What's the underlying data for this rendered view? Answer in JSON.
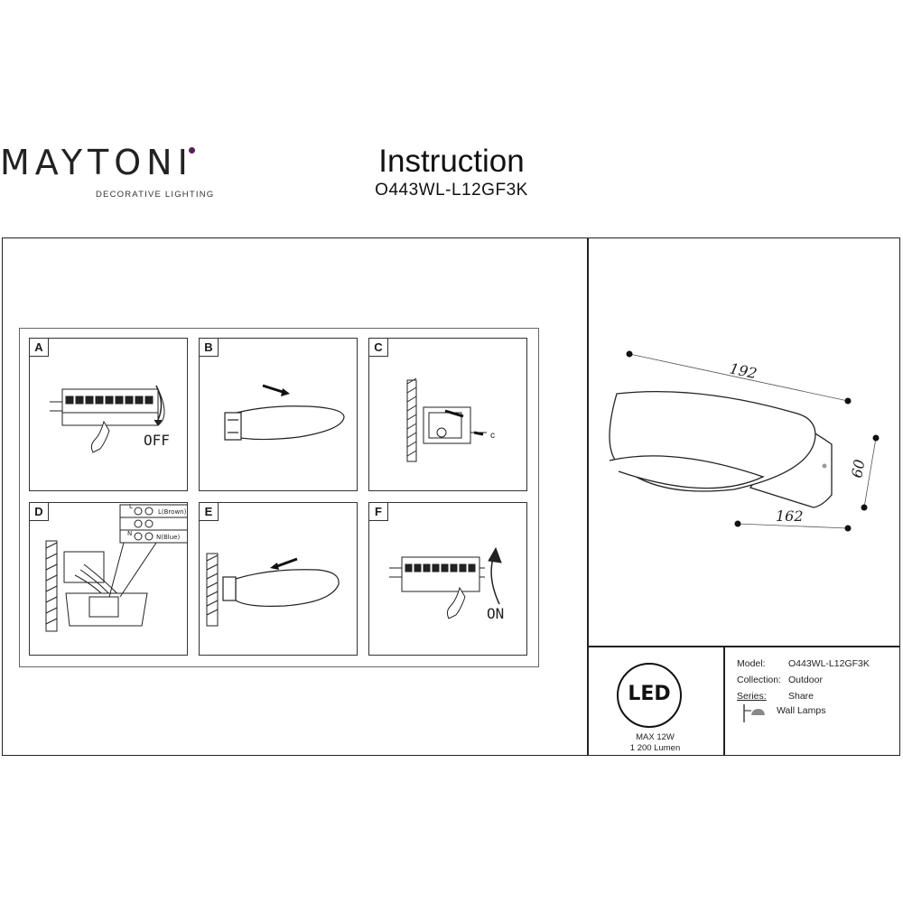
{
  "brand": {
    "name": "MAYTONI",
    "tagline": "DECORATIVE LIGHTING"
  },
  "header": {
    "title": "Instruction",
    "model_code": "O443WL-L12GF3K"
  },
  "steps": [
    {
      "letter": "A",
      "text": "OFF"
    },
    {
      "letter": "B"
    },
    {
      "letter": "C"
    },
    {
      "letter": "D",
      "wiring": {
        "l": "L",
        "l_wire": "L(Brown)",
        "n": "N",
        "n_wire": "N(Blue)"
      }
    },
    {
      "letter": "E"
    },
    {
      "letter": "F",
      "text": "ON"
    }
  ],
  "dimensions": {
    "length": "192",
    "depth": "162",
    "height": "60"
  },
  "led": {
    "badge": "LED",
    "power": "MAX 12W",
    "lumen": "1 200 Lumen"
  },
  "specs": {
    "model_label": "Model:",
    "model_value": "O443WL-L12GF3K",
    "collection_label": "Collection:",
    "collection_value": "Outdoor",
    "series_label": "Series:",
    "series_value": "Share",
    "type_value": "Wall Lamps"
  },
  "colors": {
    "brand_dot": "#5a1e5c",
    "line": "#222222"
  }
}
